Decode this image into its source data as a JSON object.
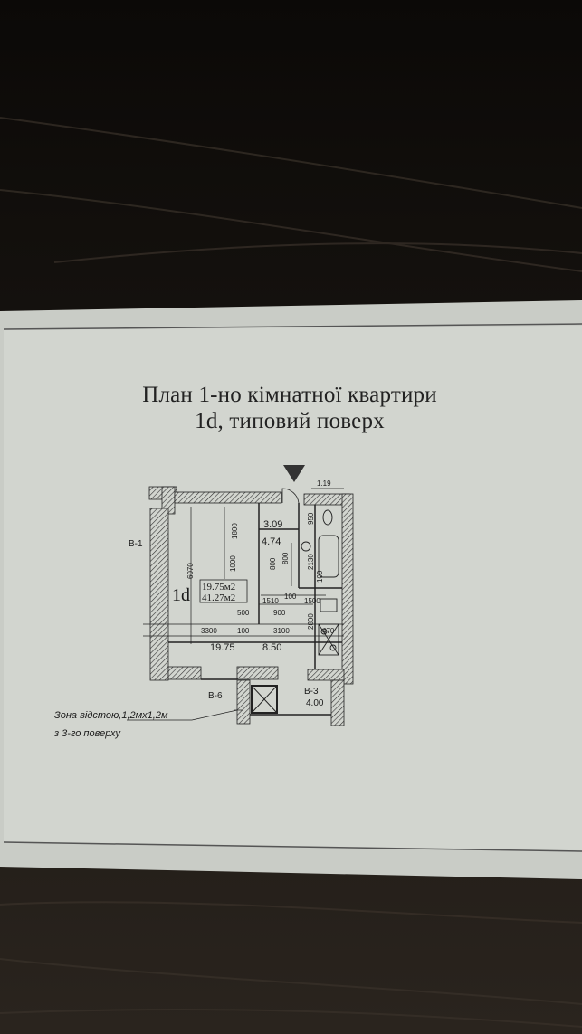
{
  "title": {
    "line1": "План 1-но кімнатної квартири",
    "line2": "1d, типовий поверх"
  },
  "plan": {
    "unit_label": "1d",
    "living_area": "19.75м2",
    "total_area": "41.27м2",
    "room_areas": [
      "3.09",
      "4.74",
      "19.75",
      "8.50",
      "4.00"
    ],
    "dimensions": [
      "1.19",
      "1800",
      "6070",
      "1000",
      "800",
      "800",
      "2130",
      "950",
      "1500",
      "1510",
      "100",
      "900",
      "500",
      "3300",
      "100",
      "3100",
      "2800",
      "470",
      "100"
    ],
    "section_marks": [
      "B-1",
      "B-6",
      "B-3"
    ],
    "note": {
      "line1": "Зона відстою,1,2мх1,2м",
      "line2": "з 3-го поверху"
    }
  }
}
